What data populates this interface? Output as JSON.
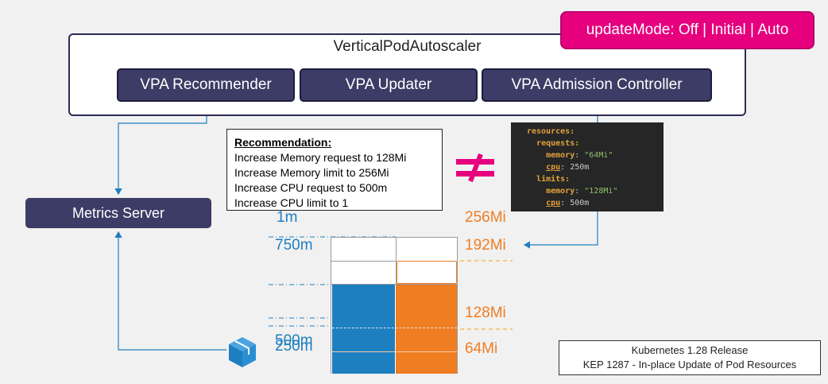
{
  "vpa": {
    "title": "VerticalPodAutoscaler",
    "components": [
      "VPA Recommender",
      "VPA Updater",
      "VPA Admission Controller"
    ]
  },
  "update_mode": "updateMode: Off | Initial | Auto",
  "metrics_server": "Metrics Server",
  "recommendation": {
    "heading": "Recommendation:",
    "lines": [
      "Increase Memory request to 128Mi",
      "Increase Memory limit to 256Mi",
      "Increase CPU request to 500m",
      "Increase CPU limit to 1"
    ]
  },
  "not_equal_symbol": "≠",
  "yaml": {
    "resources": "resources:",
    "requests": "requests:",
    "memory_key": "memory",
    "memory_req": "\"64Mi\"",
    "cpu_key": "cpu",
    "cpu_req": "250m",
    "limits": "limits:",
    "memory_lim": "\"128Mi\"",
    "cpu_lim": "500m"
  },
  "cpu_labels": {
    "l1": "1m",
    "l2": "750m",
    "l3": "500m",
    "l4": "250m"
  },
  "mem_labels": {
    "l1": "256Mi",
    "l2": "192Mi",
    "l3": "128Mi",
    "l4": "64Mi"
  },
  "footer": {
    "line1": "Kubernetes 1.28 Release",
    "line2": "KEP 1287 - In-place Update of Pod Resources"
  },
  "colors": {
    "cpu": "#1e7fc0",
    "memory": "#ef7d22",
    "accent": "#e6007e",
    "component": "#3c3c66"
  },
  "icons": [
    "pod-cube-icon",
    "not-equal-icon"
  ]
}
